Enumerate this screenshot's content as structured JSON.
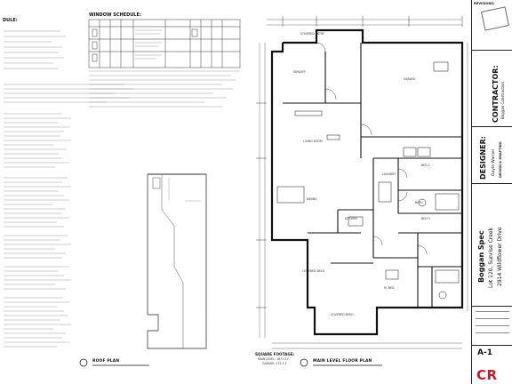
{
  "sections": {
    "notes_title": "DULE:",
    "window_schedule_title": "WINDOW SCHEDULE:",
    "revisions_label": "REVISIONS:"
  },
  "title_block": {
    "contractor_label": "CONTRACTOR:",
    "contractor_name": "Boggan Construction",
    "designer_label": "DESIGNER:",
    "designer_name": "Gayle Warner",
    "designer_sub": "DESIGN & DRAFTING",
    "project_name": "Boggan Spec",
    "project_lot": "Lot 120, Sunrise Creek",
    "project_address": "2914 Wildflower Drive",
    "sheet_number": "A-1"
  },
  "drawing_captions": {
    "roof_plan": "ROOF PLAN",
    "main_floor_plan": "MAIN LEVEL FLOOR PLAN",
    "square_footage_title": "SQUARE FOOTAGE:",
    "main_level_sf": "MAIN LEVEL: 1871 S.F.",
    "garage_sf": "GARAGE: 472 S.F."
  },
  "rooms": {
    "covered_entry_top": "COVERED ENTRY",
    "den_office": "DEN/OFF.",
    "garage": "GARAGE",
    "living_room": "LIVING ROOM",
    "dining": "DINING",
    "kitchen": "KITCHEN",
    "bed_2": "BED 2",
    "bed_3": "BED 3",
    "bath": "BATH",
    "laundry": "LAUNDRY",
    "master_bed": "M. BED",
    "covered_deck": "COVERED DECK",
    "covered_patio": "COVERED PATIO"
  },
  "logo": {
    "text": "CR"
  }
}
